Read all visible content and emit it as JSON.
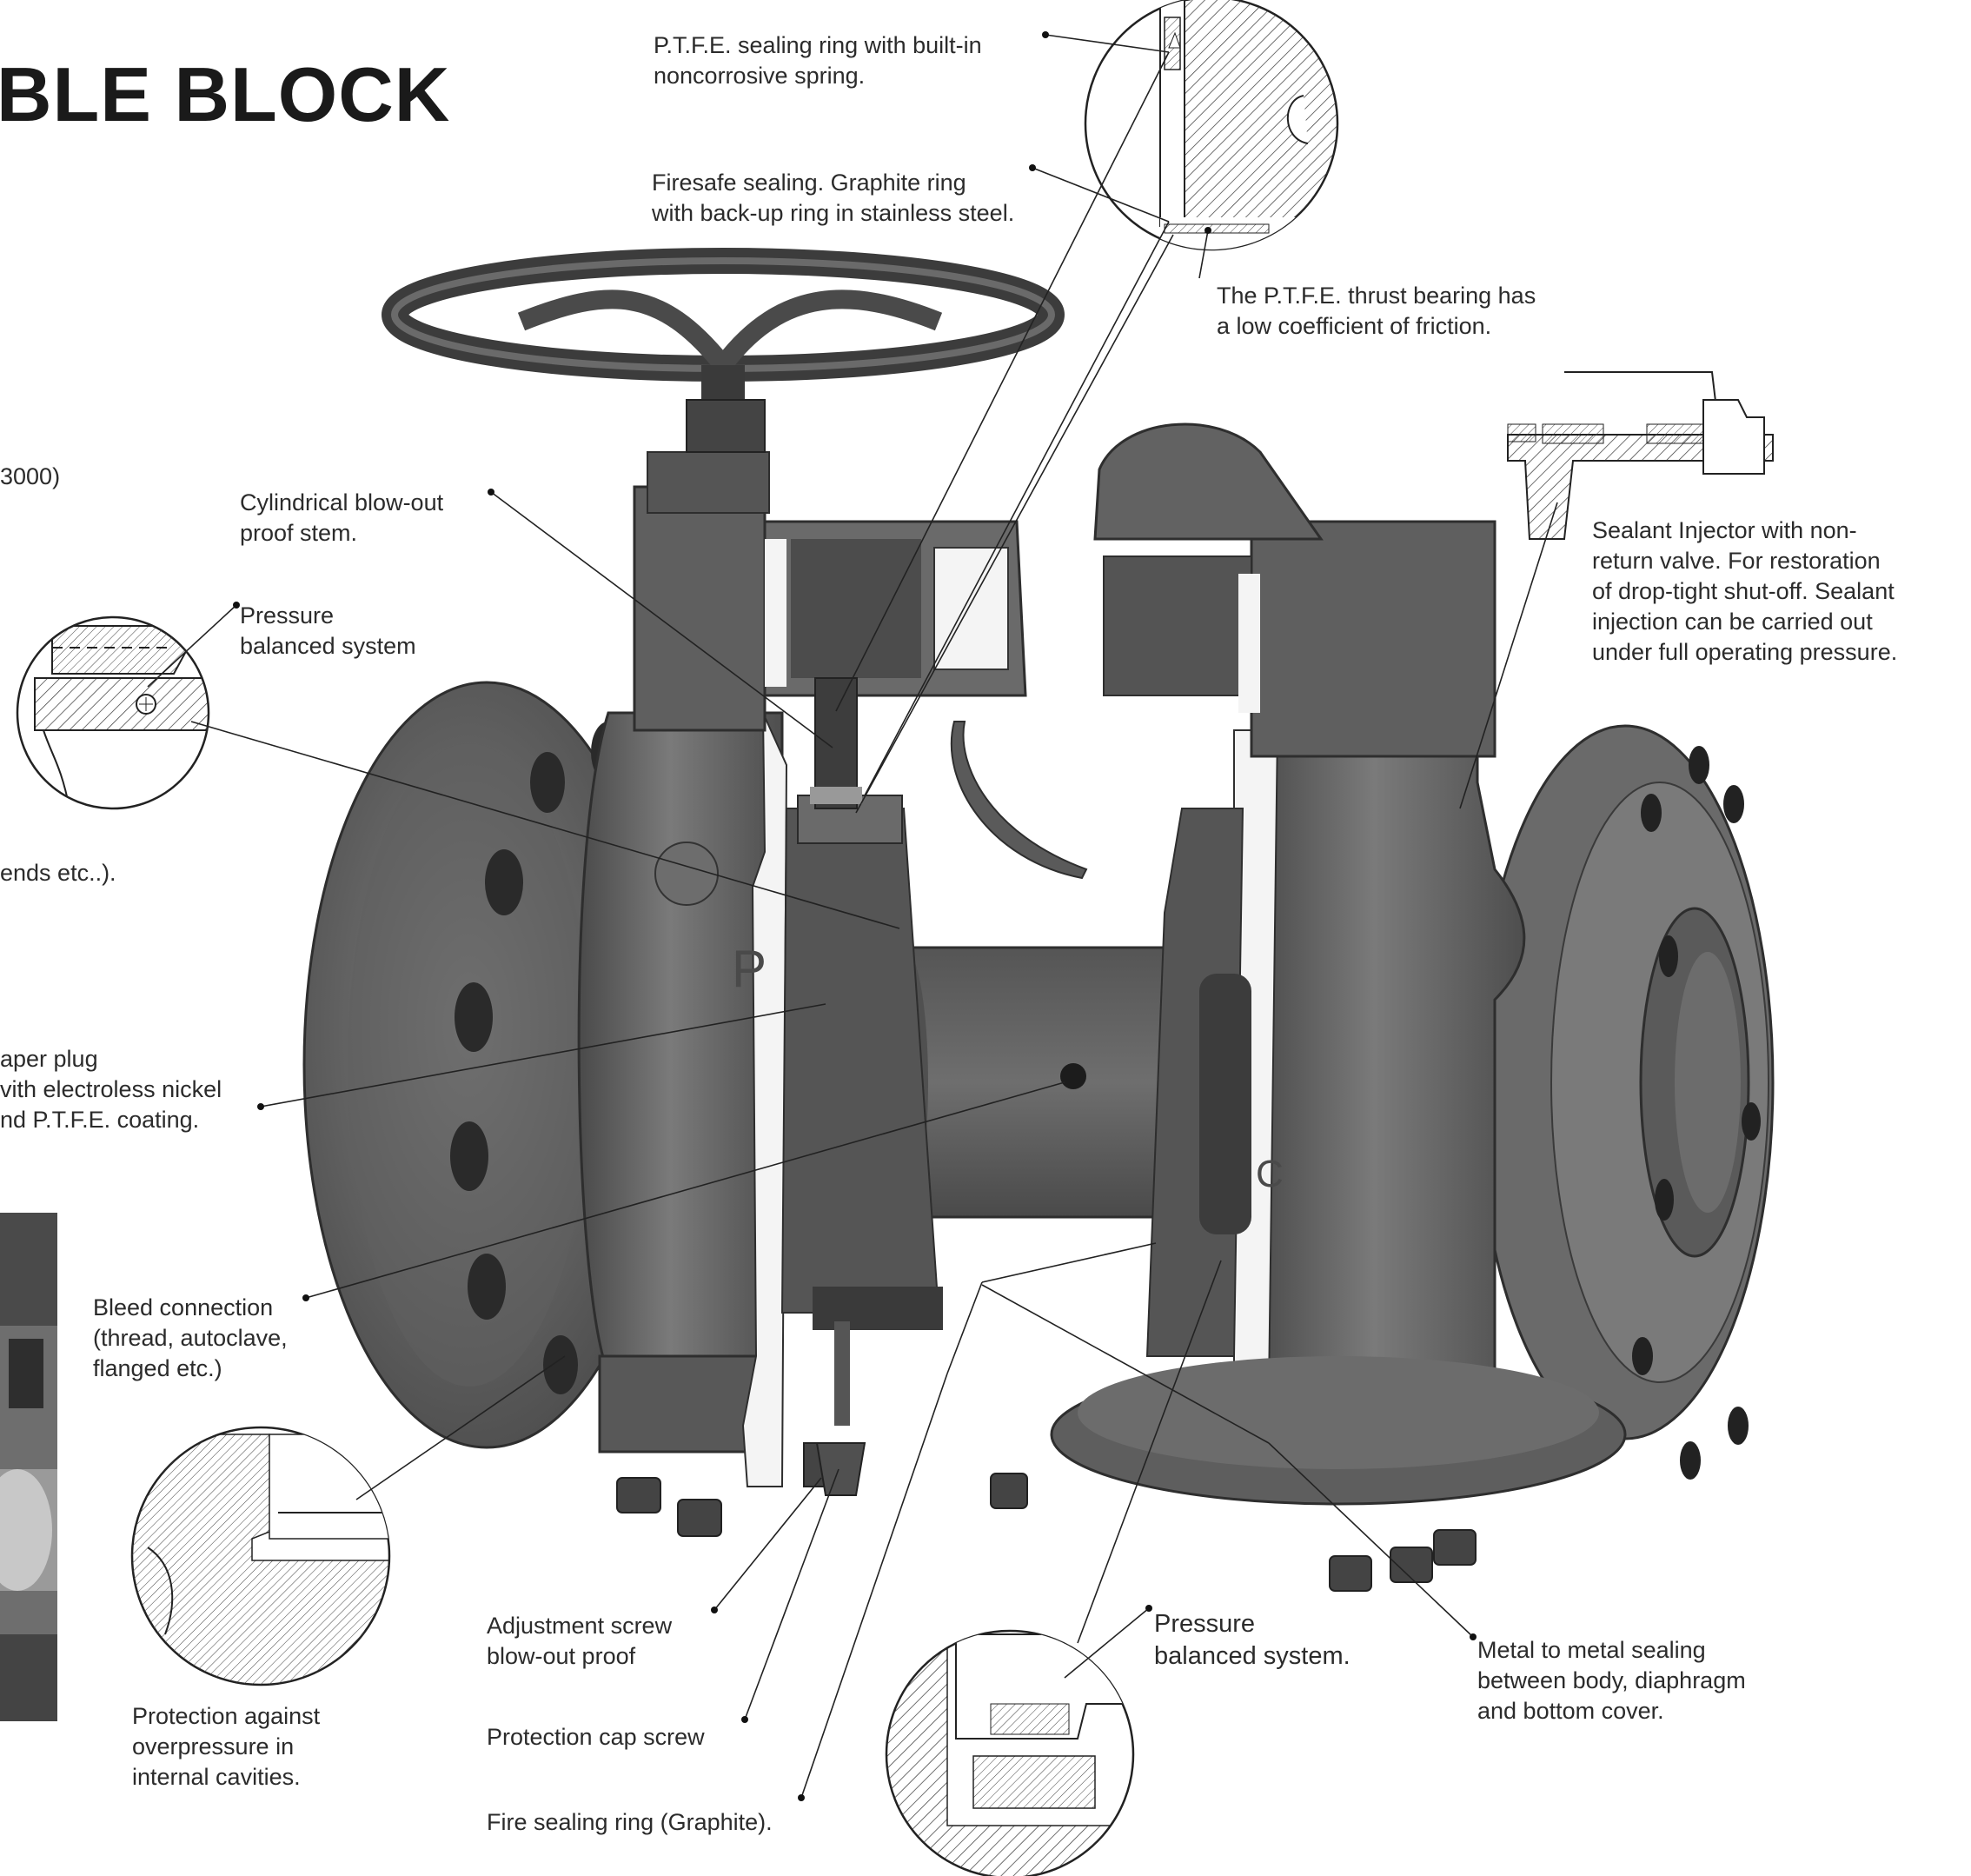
{
  "title": "BLE BLOCK",
  "fragments": {
    "rating": "3000)",
    "ends": "ends etc..).",
    "taper_plug": "aper plug\nvith electroless nickel\nnd P.T.F.E. coating."
  },
  "callouts": {
    "ptfe_sealing_ring": "P.T.F.E. sealing ring with built-in\nnoncorrosive spring.",
    "firesafe_sealing": "Firesafe sealing. Graphite ring\nwith back-up ring in stainless steel.",
    "thrust_bearing": "The P.T.F.E. thrust bearing has\na low coefficient of friction.",
    "cylindrical_stem": "Cylindrical blow-out\nproof stem.",
    "pressure_balanced_top": "Pressure\nbalanced system",
    "sealant_injector": "Sealant Injector with non-\nreturn valve. For restoration\nof drop-tight shut-off. Sealant\ninjection can be carried out\nunder full operating pressure.",
    "bleed_connection": "Bleed connection\n(thread, autoclave,\nflanged etc.)",
    "overpressure": "Protection against\noverpressure in\ninternal cavities.",
    "adjustment_screw": "Adjustment screw\nblow-out proof",
    "protection_cap": "Protection cap screw",
    "fire_sealing_ring": "Fire sealing ring (Graphite).",
    "pressure_balanced_bottom": "Pressure\nbalanced system.",
    "metal_sealing": "Metal to metal sealing\nbetween body, diaphragm\nand bottom cover."
  },
  "body_markings": {
    "letter_p": "P",
    "letter_c": "C"
  },
  "colors": {
    "body": "#5c5c5c",
    "body_light": "#7a7a7a",
    "body_dark": "#3a3a3a",
    "cut_face": "#f4f4f4",
    "text": "#2b2b2b"
  }
}
